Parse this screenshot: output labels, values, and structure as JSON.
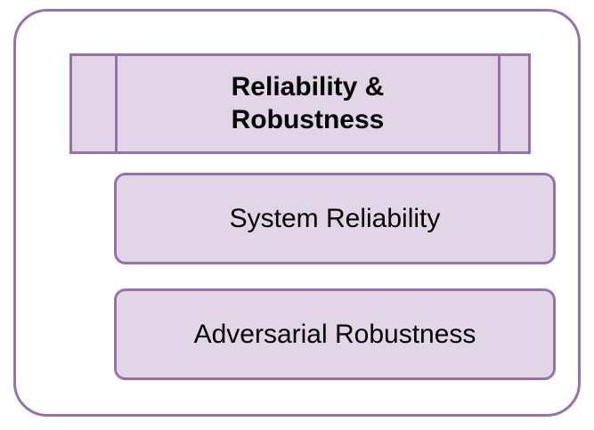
{
  "diagram": {
    "colors": {
      "fill": "#e1d5e7",
      "stroke": "#9673a6",
      "text": "#000000",
      "background": "#ffffff"
    },
    "container": {
      "name": "reliability-robustness-group"
    },
    "header": {
      "title": "Reliability &\nRobustness",
      "cells": {
        "left": "",
        "right": ""
      }
    },
    "items": [
      {
        "label": "System Reliability"
      },
      {
        "label": "Adversarial Robustness"
      }
    ]
  }
}
